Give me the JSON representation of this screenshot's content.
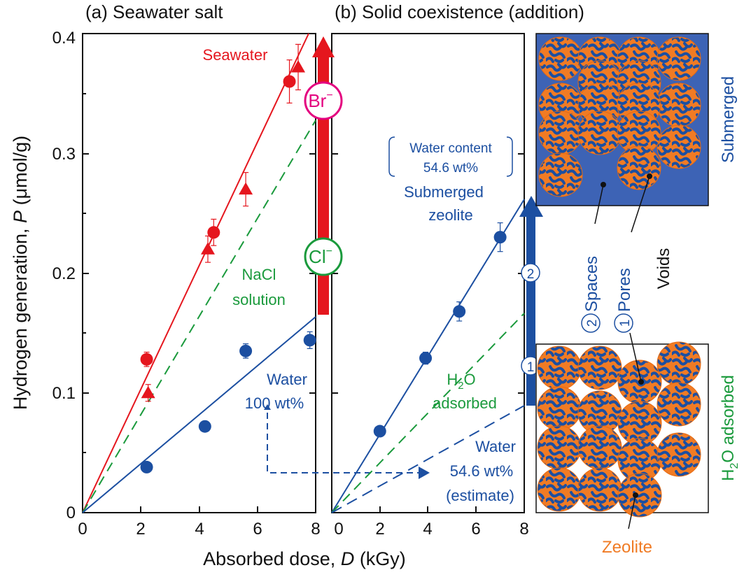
{
  "colors": {
    "red": "#e5161e",
    "green": "#1a9a3c",
    "blue": "#1c4fa1",
    "magenta": "#e4007f",
    "orange": "#f07b24",
    "submerged_bg": "#3d63b5",
    "black": "#111111"
  },
  "figure": {
    "ylabel_main": "Hydrogen generation, ",
    "ylabel_var": "P",
    "ylabel_unit": " (μmol/g)",
    "xlabel_main": "Absorbed dose, ",
    "xlabel_var": "D",
    "xlabel_unit": " (kGy)"
  },
  "panel_a": {
    "title": "(a) Seawater salt",
    "label_seawater": "Seawater",
    "label_nacl_1": "NaCl",
    "label_nacl_2": "solution",
    "label_water_1": "Water",
    "label_water_2": "100 wt%",
    "ion_br": "Br",
    "ion_cl": "Cl",
    "ion_charge": "−"
  },
  "panel_b": {
    "title": "(b) Solid coexistence (addition)",
    "water_content_1": "Water content",
    "water_content_2": "54.6 wt%",
    "submerged_1": "Submerged",
    "submerged_2": "zeolite",
    "h2o_1_pre": "H",
    "h2o_1_sub": "2",
    "h2o_1_post": "O",
    "h2o_2": "adsorbed",
    "water_est_1": "Water",
    "water_est_2": "54.6 wt%",
    "water_est_3": "(estimate)",
    "marker_1": "1",
    "marker_2": "2"
  },
  "illustration": {
    "submerged_label": "Submerged",
    "adsorbed_pre": "H",
    "adsorbed_sub": "2",
    "adsorbed_post": "O adsorbed",
    "spaces_num": "2",
    "spaces_label": "Spaces",
    "pores_num": "1",
    "pores_label": "Pores",
    "voids_label": "Voids",
    "zeolite_label": "Zeolite"
  },
  "chart_data": [
    {
      "type": "scatter",
      "title": "(a) Seawater salt",
      "xlabel": "Absorbed dose, D (kGy)",
      "ylabel": "Hydrogen generation, P (μmol/g)",
      "xlim": [
        0,
        8
      ],
      "ylim": [
        0,
        0.4
      ],
      "xticks": [
        "0",
        "2",
        "4",
        "6",
        "8"
      ],
      "yticks": [
        "0",
        "0.1",
        "0.2",
        "0.3",
        "0.4"
      ],
      "series": [
        {
          "name": "Seawater",
          "marker": "circle",
          "color": "red",
          "points": [
            {
              "x": 2.2,
              "y": 0.128,
              "err": 0.006
            },
            {
              "x": 4.5,
              "y": 0.234,
              "err": 0.011
            },
            {
              "x": 7.1,
              "y": 0.36,
              "err": 0.018
            }
          ]
        },
        {
          "name": "Seawater",
          "marker": "triangle",
          "color": "red",
          "points": [
            {
              "x": 2.25,
              "y": 0.1,
              "err": 0.007
            },
            {
              "x": 4.3,
              "y": 0.22,
              "err": 0.011
            },
            {
              "x": 5.6,
              "y": 0.27,
              "err": 0.014
            },
            {
              "x": 7.4,
              "y": 0.372,
              "err": 0.019
            }
          ]
        },
        {
          "name": "Water 100 wt%",
          "marker": "circle",
          "color": "blue",
          "points": [
            {
              "x": 2.2,
              "y": 0.038,
              "err": 0
            },
            {
              "x": 4.2,
              "y": 0.072,
              "err": 0
            },
            {
              "x": 5.6,
              "y": 0.135,
              "err": 0.006
            },
            {
              "x": 7.8,
              "y": 0.144,
              "err": 0.007
            }
          ]
        }
      ],
      "lines": [
        {
          "name": "Seawater",
          "color": "red",
          "style": "solid",
          "slope": 0.0513
        },
        {
          "name": "NaCl solution",
          "color": "green",
          "style": "dashed",
          "slope": 0.041
        },
        {
          "name": "Water 100 wt%",
          "color": "blue",
          "style": "solid",
          "slope": 0.0205
        }
      ]
    },
    {
      "type": "scatter",
      "title": "(b) Solid coexistence (addition)",
      "xlabel": "Absorbed dose, D (kGy)",
      "xlim": [
        0,
        8
      ],
      "ylim": [
        0,
        0.4
      ],
      "xticks": [
        "0",
        "2",
        "4",
        "6",
        "8"
      ],
      "series": [
        {
          "name": "Submerged zeolite",
          "marker": "circle",
          "color": "blue",
          "points": [
            {
              "x": 2.0,
              "y": 0.068,
              "err": 0
            },
            {
              "x": 3.9,
              "y": 0.129,
              "err": 0.005
            },
            {
              "x": 5.3,
              "y": 0.168,
              "err": 0.008
            },
            {
              "x": 7.0,
              "y": 0.23,
              "err": 0.012
            }
          ]
        }
      ],
      "lines": [
        {
          "name": "Submerged zeolite",
          "color": "blue",
          "style": "solid",
          "x0": 0.7,
          "slope": 0.0356
        },
        {
          "name": "H2O adsorbed",
          "color": "green",
          "style": "dashed",
          "x0": 0,
          "slope": 0.0208
        },
        {
          "name": "Water 54.6 wt% (estimate)",
          "color": "blue",
          "style": "dashed",
          "x0": 0,
          "slope": 0.0112
        }
      ]
    }
  ]
}
